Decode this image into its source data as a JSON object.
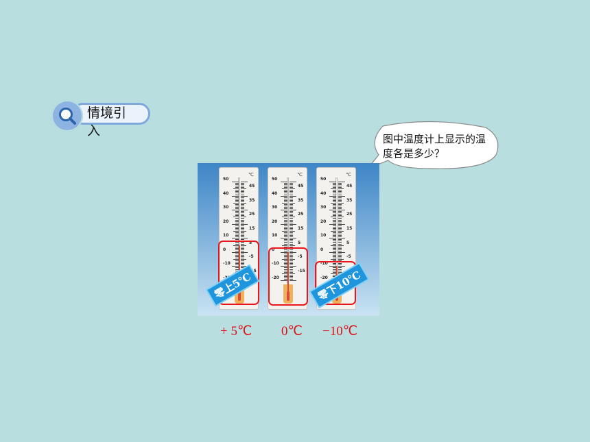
{
  "section": {
    "title": "情境引入",
    "icon": "magnifier-icon"
  },
  "bubble": {
    "question": "图中温度计上显示的温度各是多少？"
  },
  "thermometers": {
    "unit": "℃",
    "left_scale": [
      "50",
      "40",
      "30",
      "20",
      "10",
      "0",
      "-10",
      "-20"
    ],
    "right_scale": [
      "45",
      "35",
      "25",
      "15",
      "5",
      "-5",
      "-15"
    ],
    "items": [
      {
        "id": "t1",
        "temperature": 5,
        "stamp": "零上5℃",
        "reading": "+ 5℃"
      },
      {
        "id": "t2",
        "temperature": 0,
        "stamp": "",
        "reading": "0℃"
      },
      {
        "id": "t3",
        "temperature": -10,
        "stamp": "零下10℃",
        "reading": "−10℃"
      }
    ]
  },
  "colors": {
    "background": "#b8dee0",
    "highlight": "#e8161a",
    "reading": "#e01018",
    "stamp": "#1e95dc"
  }
}
